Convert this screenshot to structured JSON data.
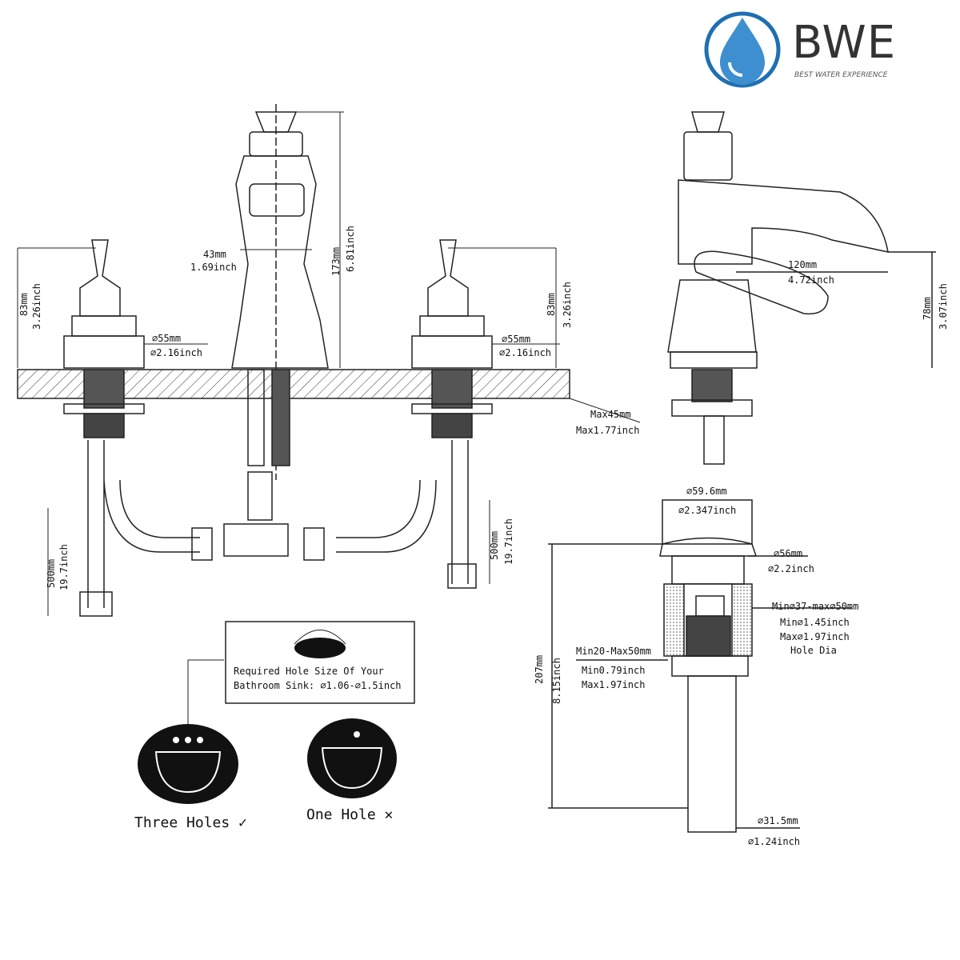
{
  "logo": {
    "brand": "BWE",
    "tagline": "BEST WATER EXPERIENCE",
    "color": "#1f6fb2"
  },
  "faucet_front": {
    "spout_width_mm": "43mm",
    "spout_width_in": "1.69inch",
    "spout_height_mm": "173mm",
    "spout_height_in": "6.81inch",
    "left_handle_height_mm": "83mm",
    "left_handle_height_in": "3.26inch",
    "left_base_dia_mm": "⌀55mm",
    "left_base_dia_in": "⌀2.16inch",
    "right_handle_height_mm": "83mm",
    "right_handle_height_in": "3.26inch",
    "right_base_dia_mm": "⌀55mm",
    "right_base_dia_in": "⌀2.16inch",
    "deck_max_mm": "Max45mm",
    "deck_max_in": "Max1.77inch",
    "left_hose_mm": "500mm",
    "left_hose_in": "19.7inch",
    "right_hose_mm": "500mm",
    "right_hose_in": "19.7inch"
  },
  "faucet_side": {
    "reach_mm": "120mm",
    "reach_in": "4.72inch",
    "spout_height_mm": "78mm",
    "spout_height_in": "3.07inch"
  },
  "drain": {
    "cap_dia_mm": "⌀59.6mm",
    "cap_dia_in": "⌀2.347inch",
    "flange_dia_mm": "⌀56mm",
    "flange_dia_in": "⌀2.2inch",
    "hole_range_mm": "Min⌀37-max⌀50mm",
    "hole_min_in": "Min⌀1.45inch",
    "hole_max_in": "Max⌀1.97inch",
    "hole_label": "Hole Dia",
    "thickness_mm": "Min20-Max50mm",
    "thickness_min_in": "Min0.79inch",
    "thickness_max_in": "Max1.97inch",
    "height_mm": "207mm",
    "height_in": "8.15inch",
    "tail_dia_mm": "⌀31.5mm",
    "tail_dia_in": "⌀1.24inch"
  },
  "hole_note": {
    "line1": "Required Hole Size Of Your",
    "line2": "Bathroom Sink: ⌀1.06-⌀1.5inch"
  },
  "sinks": {
    "three_holes": "Three Holes ✓",
    "one_hole": "One Hole ✕"
  }
}
